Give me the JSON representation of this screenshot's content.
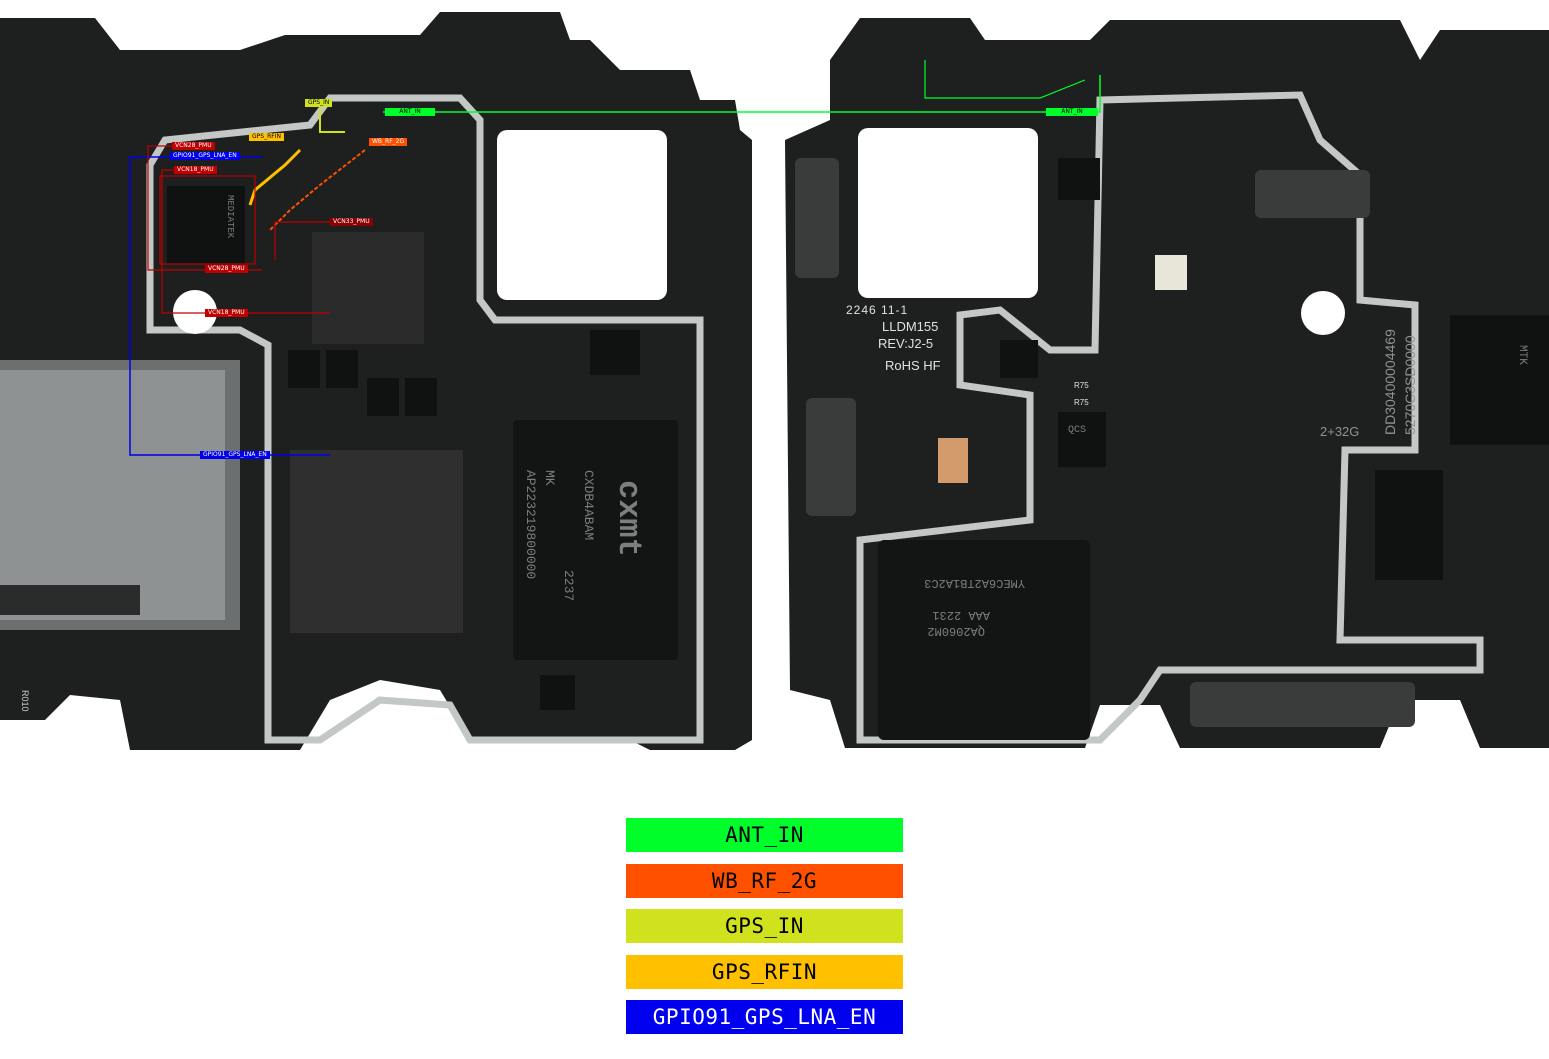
{
  "legend": [
    {
      "label": "ANT_IN",
      "bg": "#00ff2a",
      "fg": "#000000"
    },
    {
      "label": "WB_RF_2G",
      "bg": "#ff5000",
      "fg": "#000000"
    },
    {
      "label": "GPS_IN",
      "bg": "#cfe21d",
      "fg": "#000000"
    },
    {
      "label": "GPS_RFIN",
      "bg": "#ffc000",
      "fg": "#000000"
    },
    {
      "label": "GPIO91_GPS_LNA_EN",
      "bg": "#0000ee",
      "fg": "#ffffff"
    }
  ],
  "net_tags": {
    "gps_in": "GPS_IN",
    "ant_in_left": "ANT_IN",
    "ant_in_right": "ANT_IN",
    "gps_rfin": "GPS_RFIN",
    "wb_rf_2g": "WB_RF_2G",
    "vcn28_pmu_top": "VCN28_PMU",
    "gpio91_top": "GPIO91_GPS_LNA_EN",
    "vcn18_pmu_top": "VCN18_PMU",
    "vcn33_pmu": "VCN33_PMU",
    "vcn28_pmu_bottom": "VCN28_PMU",
    "vcn18_pmu_bottom": "VCN18_PMU",
    "gpio91_bottom": "GPIO91_GPS_LNA_EN"
  },
  "silkscreen": {
    "board_code": "2246  11-1",
    "model": "LLDM155",
    "revision": "REV:J2-5",
    "compliance": "RoHS HF",
    "serial_a": "DD30400004469",
    "serial_b": "5270C3SD0000",
    "memory": "2+32G",
    "resistor_a": "R75",
    "resistor_b": "R75",
    "r010": "R010"
  },
  "chip_marks": {
    "cxmt_brand": "cxmt",
    "cxmt_part": "CXDB4ABAM",
    "cxmt_lot": "AP223219800000",
    "cxmt_date": "2237",
    "cxmt_mk": "MK",
    "emmc_part": "YMEC6A2TB1A2C3",
    "emmc_lot": "QA2060M2",
    "emmc_date": "AAA  2231",
    "mediatek": "MEDIATEK",
    "qcs": "QCS",
    "mtk": "MTK"
  },
  "colors": {
    "board": "#1d201e",
    "shield": "#c3c7c5",
    "ant_in": "#00ff2a",
    "wb_rf_2g": "#ff5000",
    "gps_in": "#cfe21d",
    "gps_rfin": "#ffc000",
    "gpio91": "#0000ee",
    "pmu": "#c00000"
  }
}
